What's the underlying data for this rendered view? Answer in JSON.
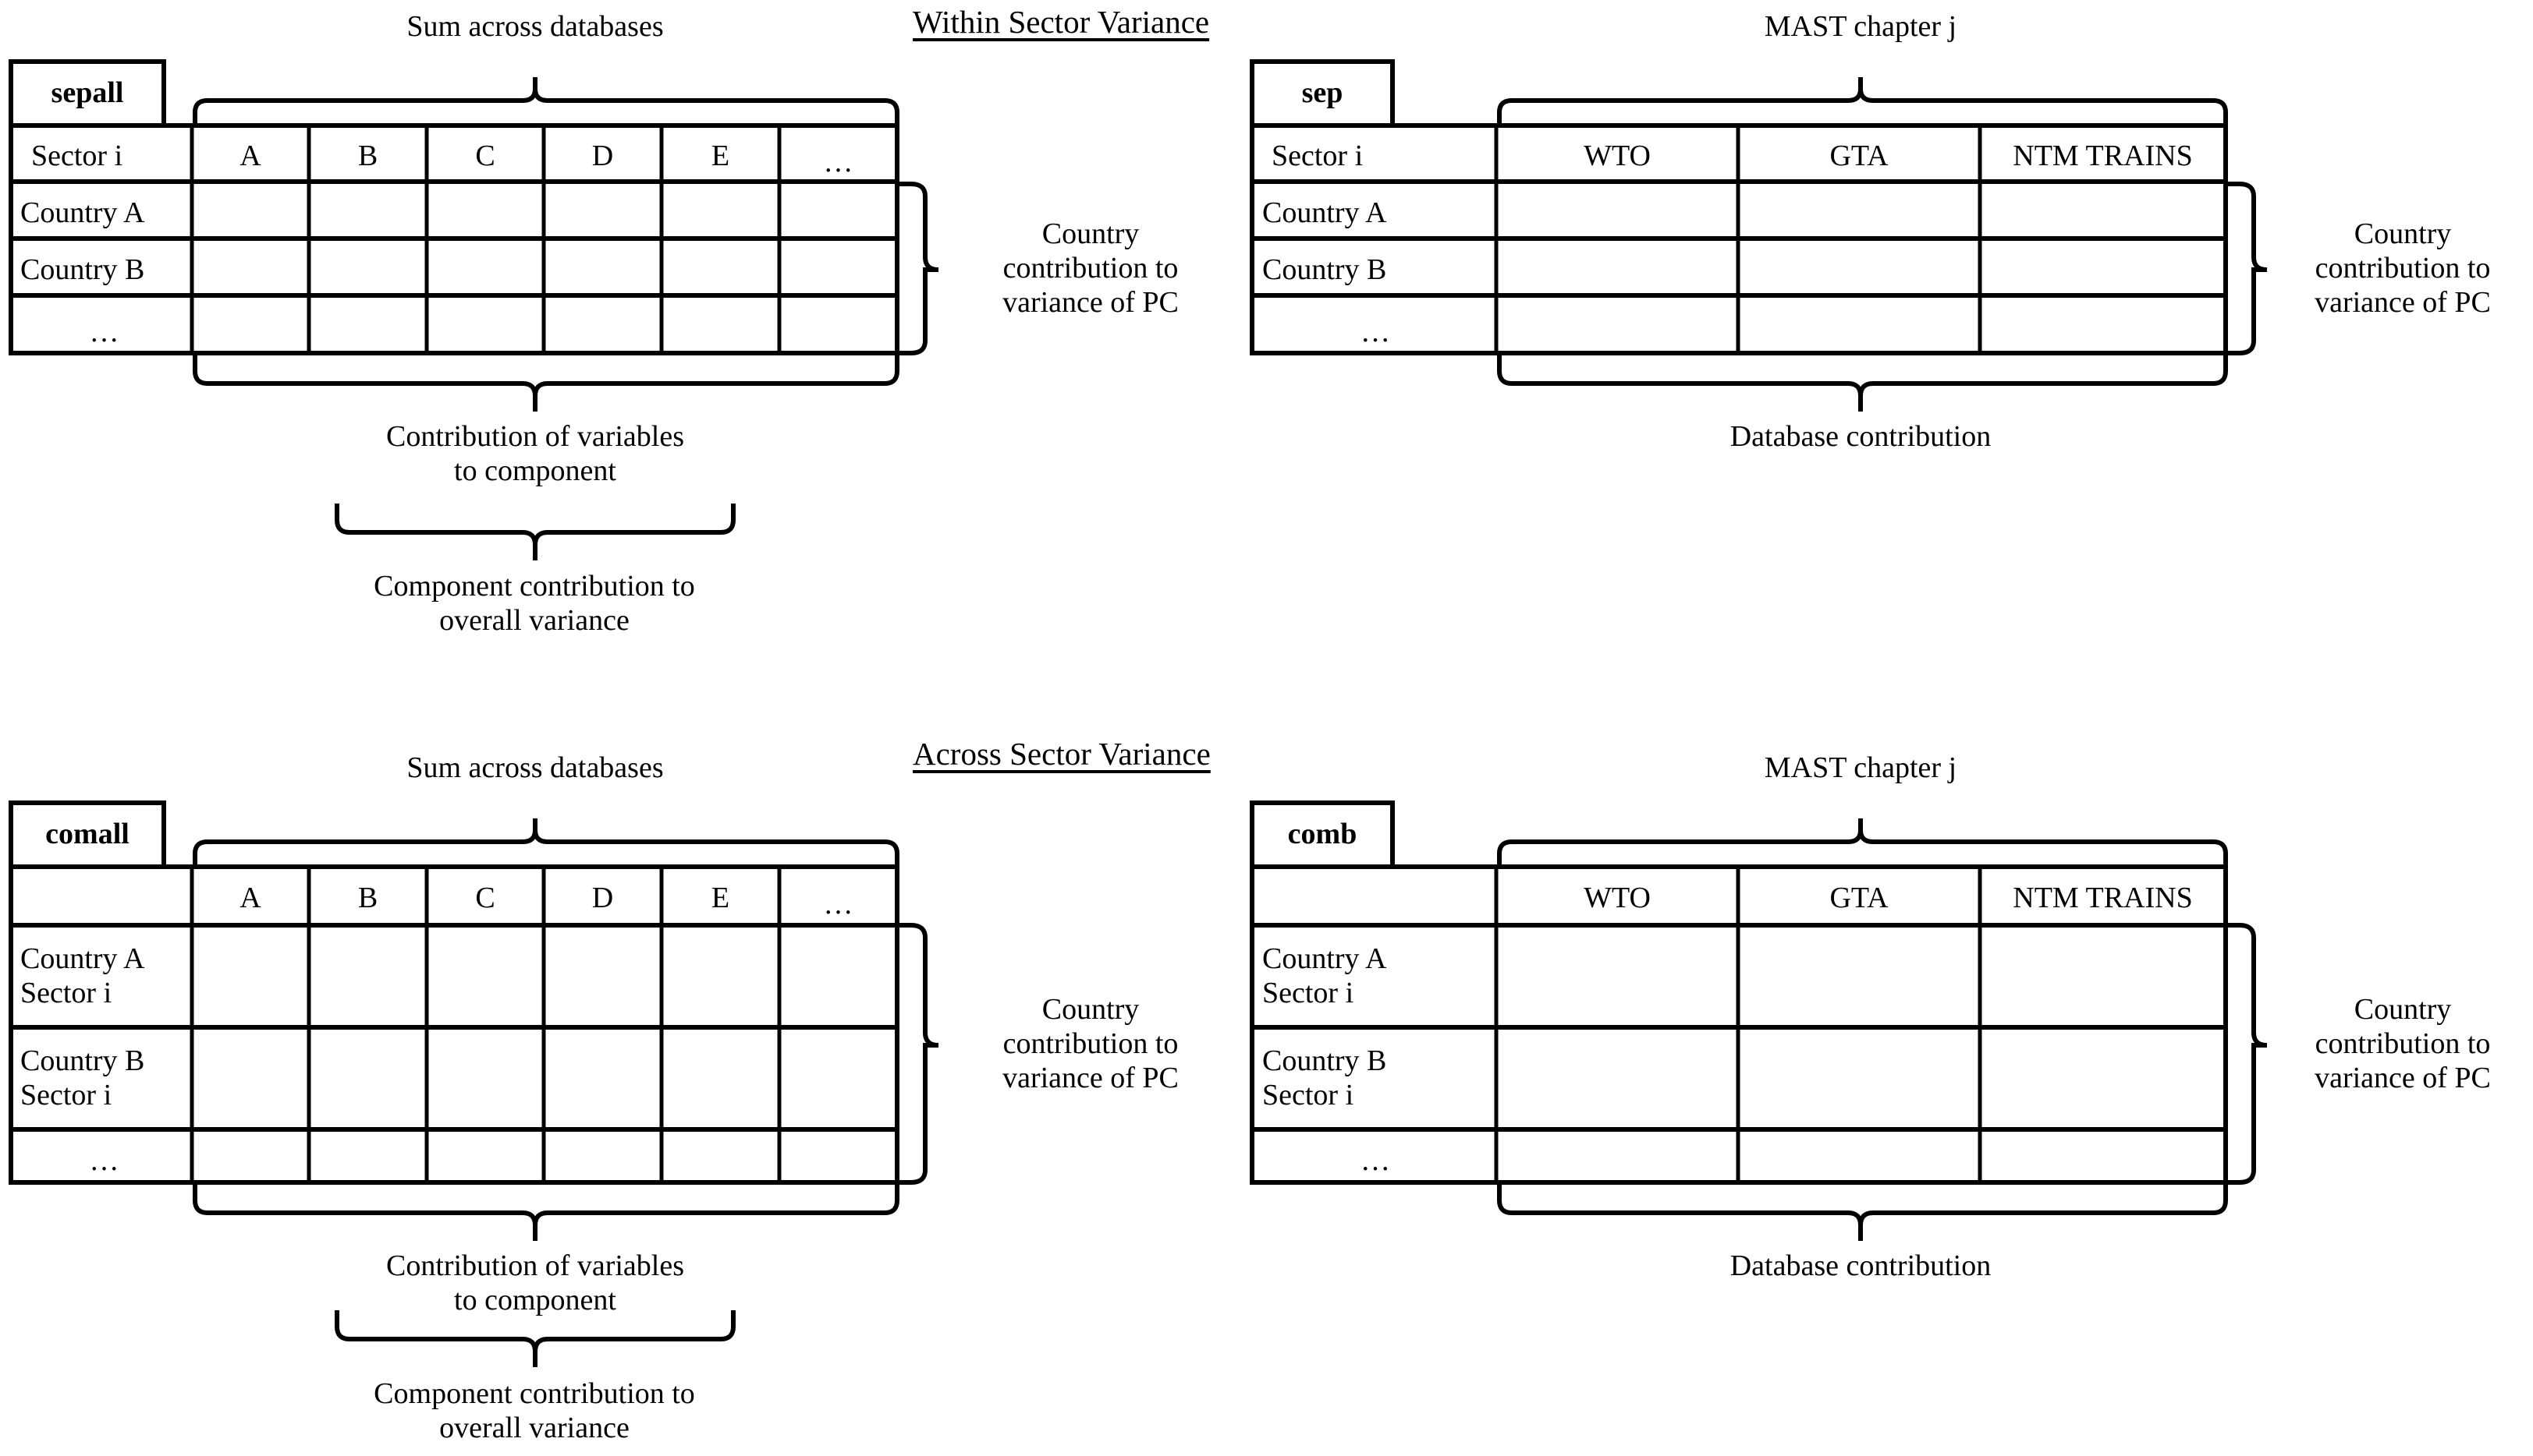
{
  "figure": {
    "sections": [
      {
        "id": "within",
        "title": "Within Sector Variance",
        "left_table": {
          "tag": "sepall",
          "top_brace_label": "Sum across databases",
          "right_brace_label": "Country\ncontribution to\nvariance of PC",
          "bottom_brace_label": "Contribution of variables\nto component",
          "bottom_brace_label2": "Component contribution to\noverall variance",
          "header": [
            "Sector i",
            "A",
            "B",
            "C",
            "D",
            "E",
            "…"
          ],
          "rows": [
            {
              "label": "Country A",
              "cells": [
                "",
                "",
                "",
                "",
                "",
                ""
              ]
            },
            {
              "label": "Country B",
              "cells": [
                "",
                "",
                "",
                "",
                "",
                ""
              ]
            },
            {
              "label": "…",
              "cells": [
                "",
                "",
                "",
                "",
                "",
                ""
              ]
            }
          ]
        },
        "right_table": {
          "tag": "sep",
          "top_brace_label": "MAST chapter j",
          "right_brace_label": "Country\ncontribution to\nvariance of PC",
          "bottom_brace_label": "Database contribution",
          "header": [
            "Sector i",
            "WTO",
            "GTA",
            "NTM TRAINS"
          ],
          "rows": [
            {
              "label": "Country A",
              "cells": [
                "",
                "",
                ""
              ]
            },
            {
              "label": "Country B",
              "cells": [
                "",
                "",
                ""
              ]
            },
            {
              "label": "…",
              "cells": [
                "",
                "",
                ""
              ]
            }
          ]
        }
      },
      {
        "id": "across",
        "title": "Across Sector Variance",
        "left_table": {
          "tag": "comall",
          "top_brace_label": "Sum across databases",
          "right_brace_label": "Country\ncontribution to\nvariance of PC",
          "bottom_brace_label": "Contribution of variables\nto component",
          "bottom_brace_label2": "Component contribution to\noverall variance",
          "header": [
            "",
            "A",
            "B",
            "C",
            "D",
            "E",
            "…"
          ],
          "rows": [
            {
              "label": "Country A\nSector i",
              "cells": [
                "",
                "",
                "",
                "",
                "",
                ""
              ]
            },
            {
              "label": "Country B\nSector i",
              "cells": [
                "",
                "",
                "",
                "",
                "",
                ""
              ]
            },
            {
              "label": "…",
              "cells": [
                "",
                "",
                "",
                "",
                "",
                ""
              ]
            }
          ]
        },
        "right_table": {
          "tag": "comb",
          "top_brace_label": "MAST chapter j",
          "right_brace_label": "Country\ncontribution to\nvariance of PC",
          "bottom_brace_label": "Database contribution",
          "header": [
            "",
            "WTO",
            "GTA",
            "NTM TRAINS"
          ],
          "rows": [
            {
              "label": "Country A\nSector i",
              "cells": [
                "",
                "",
                ""
              ]
            },
            {
              "label": "Country B\nSector i",
              "cells": [
                "",
                "",
                ""
              ]
            },
            {
              "label": "…",
              "cells": [
                "",
                "",
                ""
              ]
            }
          ]
        }
      }
    ],
    "colors": {
      "stroke": "#000000",
      "background": "#ffffff"
    }
  }
}
